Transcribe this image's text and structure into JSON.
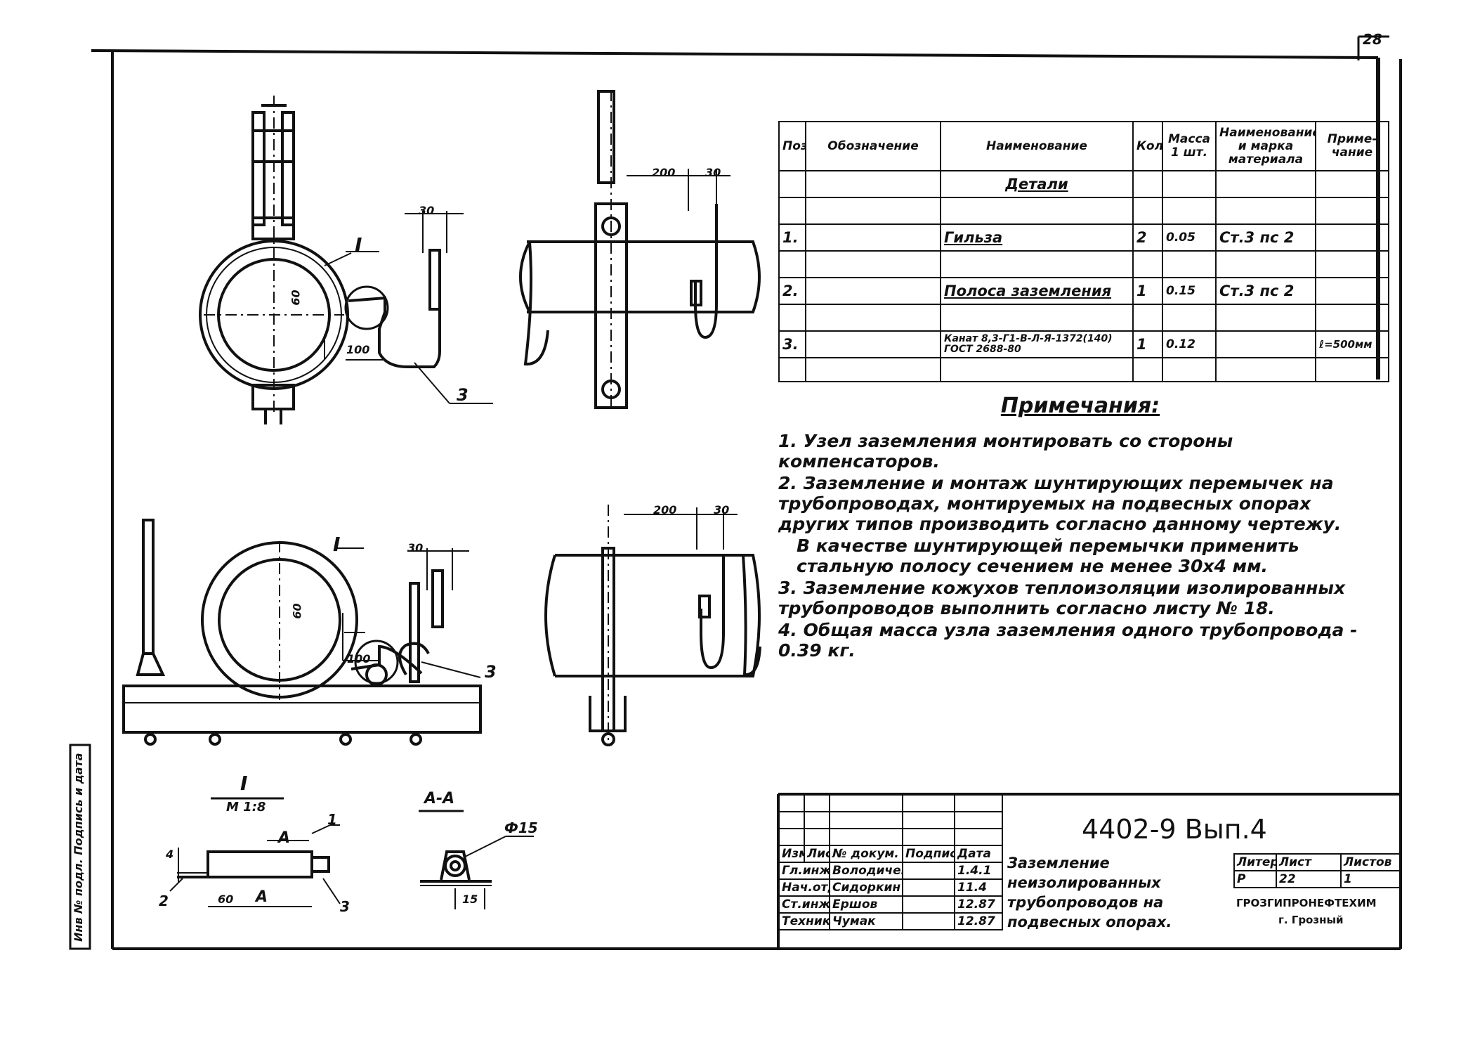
{
  "sheet_number": "28",
  "views": {
    "callout_detail": "I",
    "section_cut": "А",
    "section_label": "А-А",
    "leader_3": "3"
  },
  "dims": {
    "d30": "30",
    "d60": "60",
    "d100": "100",
    "d200": "200",
    "d4": "4",
    "d15": "15",
    "d60b": "60",
    "phi15": "Ф15"
  },
  "detail_titles": {
    "detail_I": "I",
    "detail_I_scale": "М 1:8",
    "section": "А-А"
  },
  "detail_leaders": {
    "l1": "1",
    "l2": "2",
    "l3": "3"
  },
  "spec_table": {
    "headers": [
      "Поз.",
      "Обозначение",
      "Наименование",
      "Кол",
      "Масса 1 шт.",
      "Наименование и марка материала",
      "Приме-чание"
    ],
    "group_title": "Детали",
    "rows": [
      {
        "pos": "1.",
        "designation": "",
        "name": "Гильза",
        "qty": "2",
        "mass": "0.05",
        "material": "Ст.3 пс 2",
        "note": ""
      },
      {
        "pos": "2.",
        "designation": "",
        "name": "Полоса заземления",
        "qty": "1",
        "mass": "0.15",
        "material": "Ст.3 пс 2",
        "note": ""
      },
      {
        "pos": "3.",
        "designation": "",
        "name": "Канат 8,3-Г1-В-Л-Я-1372(140) ГОСТ 2688-80",
        "qty": "1",
        "mass": "0.12",
        "material": "",
        "note": "ℓ=500мм"
      }
    ]
  },
  "notes": {
    "title": "Примечания:",
    "items": [
      "1. Узел заземления монтировать со стороны компенсаторов.",
      "2. Заземление и монтаж шунтирующих перемычек на трубопроводах, монтируемых на подвесных опорах других типов производить согласно данному чертежу.",
      "В качестве шунтирующей перемычки применить стальную полосу сечением не менее 30x4 мм.",
      "3. Заземление кожухов теплоизоляции изолированных трубопроводов выполнить согласно листу № 18.",
      "4. Общая масса узла заземления одного трубопровода - 0.39 кг."
    ]
  },
  "title_block": {
    "drawing_code": "4402-9 Вып.4",
    "title": "Заземление неизолированных трубопроводов на подвесных опорах.",
    "columns": [
      "Изм",
      "Лист",
      "№ докум.",
      "Подпис",
      "Дата"
    ],
    "people": [
      {
        "role": "Гл.инж.пр",
        "name": "Володичев",
        "date": "1.4.1"
      },
      {
        "role": "Нач.отд",
        "name": "Сидоркин",
        "date": "11.4"
      },
      {
        "role": "Ст.инж",
        "name": "Ершов",
        "date": "12.87"
      },
      {
        "role": "Техник",
        "name": "Чумак",
        "date": "12.87"
      }
    ],
    "stage_label": "Литер",
    "sheet_label": "Лист",
    "sheets_label": "Листов",
    "stage": "Р",
    "sheet": "22",
    "sheets": "1",
    "org": "ГРОЗГИПРОНЕФТЕХИМ",
    "city": "г. Грозный"
  },
  "side_stamp": "Инв № подл. Подпись и дата"
}
